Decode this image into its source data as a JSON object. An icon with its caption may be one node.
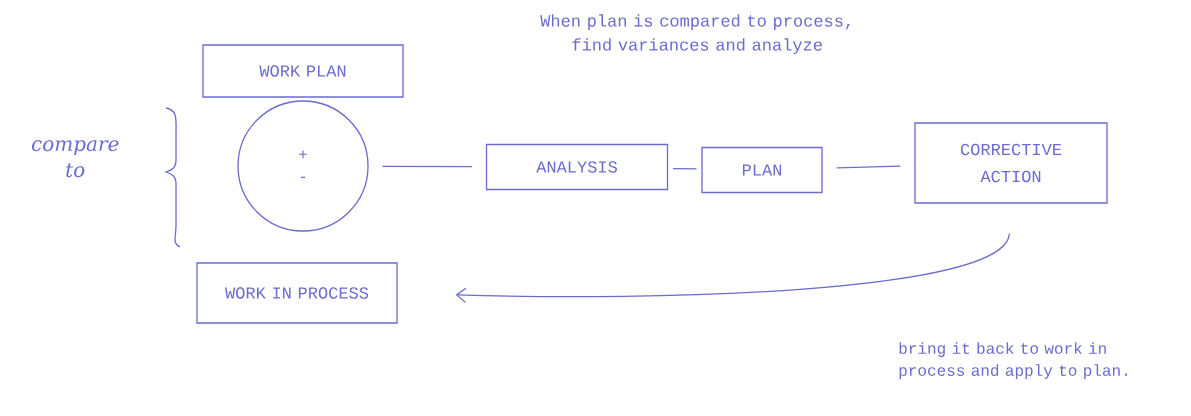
{
  "diagram": {
    "nodes": [
      {
        "text": [
          "WORK PLAN"
        ]
      },
      {
        "text": [
          "+",
          "-"
        ]
      },
      {
        "text": [
          "ANALYSIS"
        ]
      },
      {
        "text": [
          "PLAN"
        ]
      },
      {
        "text": [
          "CORRECTIVE ACTION"
        ]
      },
      {
        "text": [
          "WORK IN PROCESS"
        ]
      }
    ],
    "edges": [
      {
        "from": 1,
        "to": 2,
        "arrow": "none"
      },
      {
        "from": 2,
        "to": 3,
        "arrow": "none"
      },
      {
        "from": 3,
        "to": 4,
        "arrow": "none"
      },
      {
        "from": 4,
        "to": 5,
        "arrow": "to"
      }
    ],
    "labels": [
      "When plan is compared to process, find variances and analyze",
      "compare to",
      "bring it back to work in process and apply to plan."
    ]
  }
}
